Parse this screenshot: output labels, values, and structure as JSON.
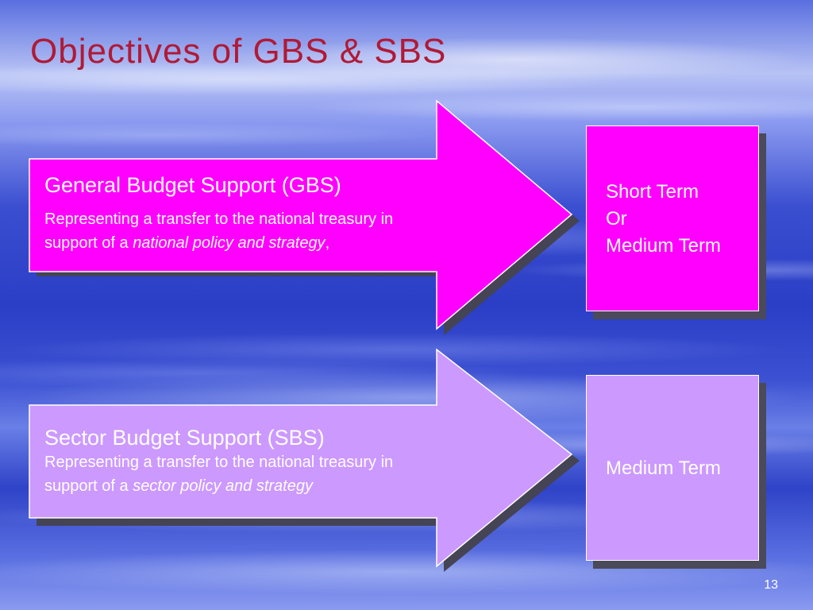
{
  "slide": {
    "title": "Objectives of GBS & SBS",
    "page_number": "13"
  },
  "gbs": {
    "heading": "General Budget Support (GBS)",
    "desc_line1": "Representing a transfer to the national treasury in",
    "desc_prefix": "support of a ",
    "desc_italic": "national policy and strategy",
    "desc_suffix": ",",
    "color": "#ff00ff"
  },
  "sbs": {
    "heading": "Sector Budget Support (SBS)",
    "desc_line1": "Representing a transfer to the national treasury in",
    "desc_prefix": "support of a ",
    "desc_italic": "sector policy and strategy",
    "color": "#cc99ff"
  },
  "gbs_term": {
    "line1": "Short Term",
    "line2": "Or",
    "line3": "Medium Term"
  },
  "sbs_term": {
    "line1": "Medium Term"
  }
}
